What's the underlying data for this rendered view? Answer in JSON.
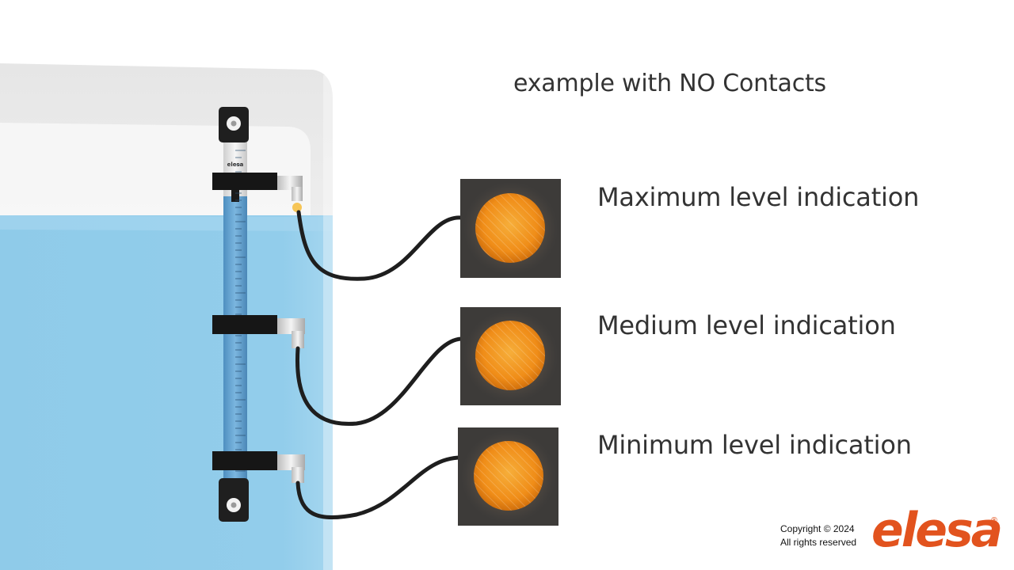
{
  "title": "example with NO Contacts",
  "indicators": [
    {
      "label": "Maximum level indication"
    },
    {
      "label": "Medium level indication"
    },
    {
      "label": "Minimum level indication"
    }
  ],
  "footer": {
    "copyright": "Copyright © 2024",
    "rights": "All rights reserved",
    "brand": "elesa"
  },
  "colors": {
    "water": "#8fcaea",
    "lamp": "#f39a1f",
    "brand": "#e2531e"
  }
}
